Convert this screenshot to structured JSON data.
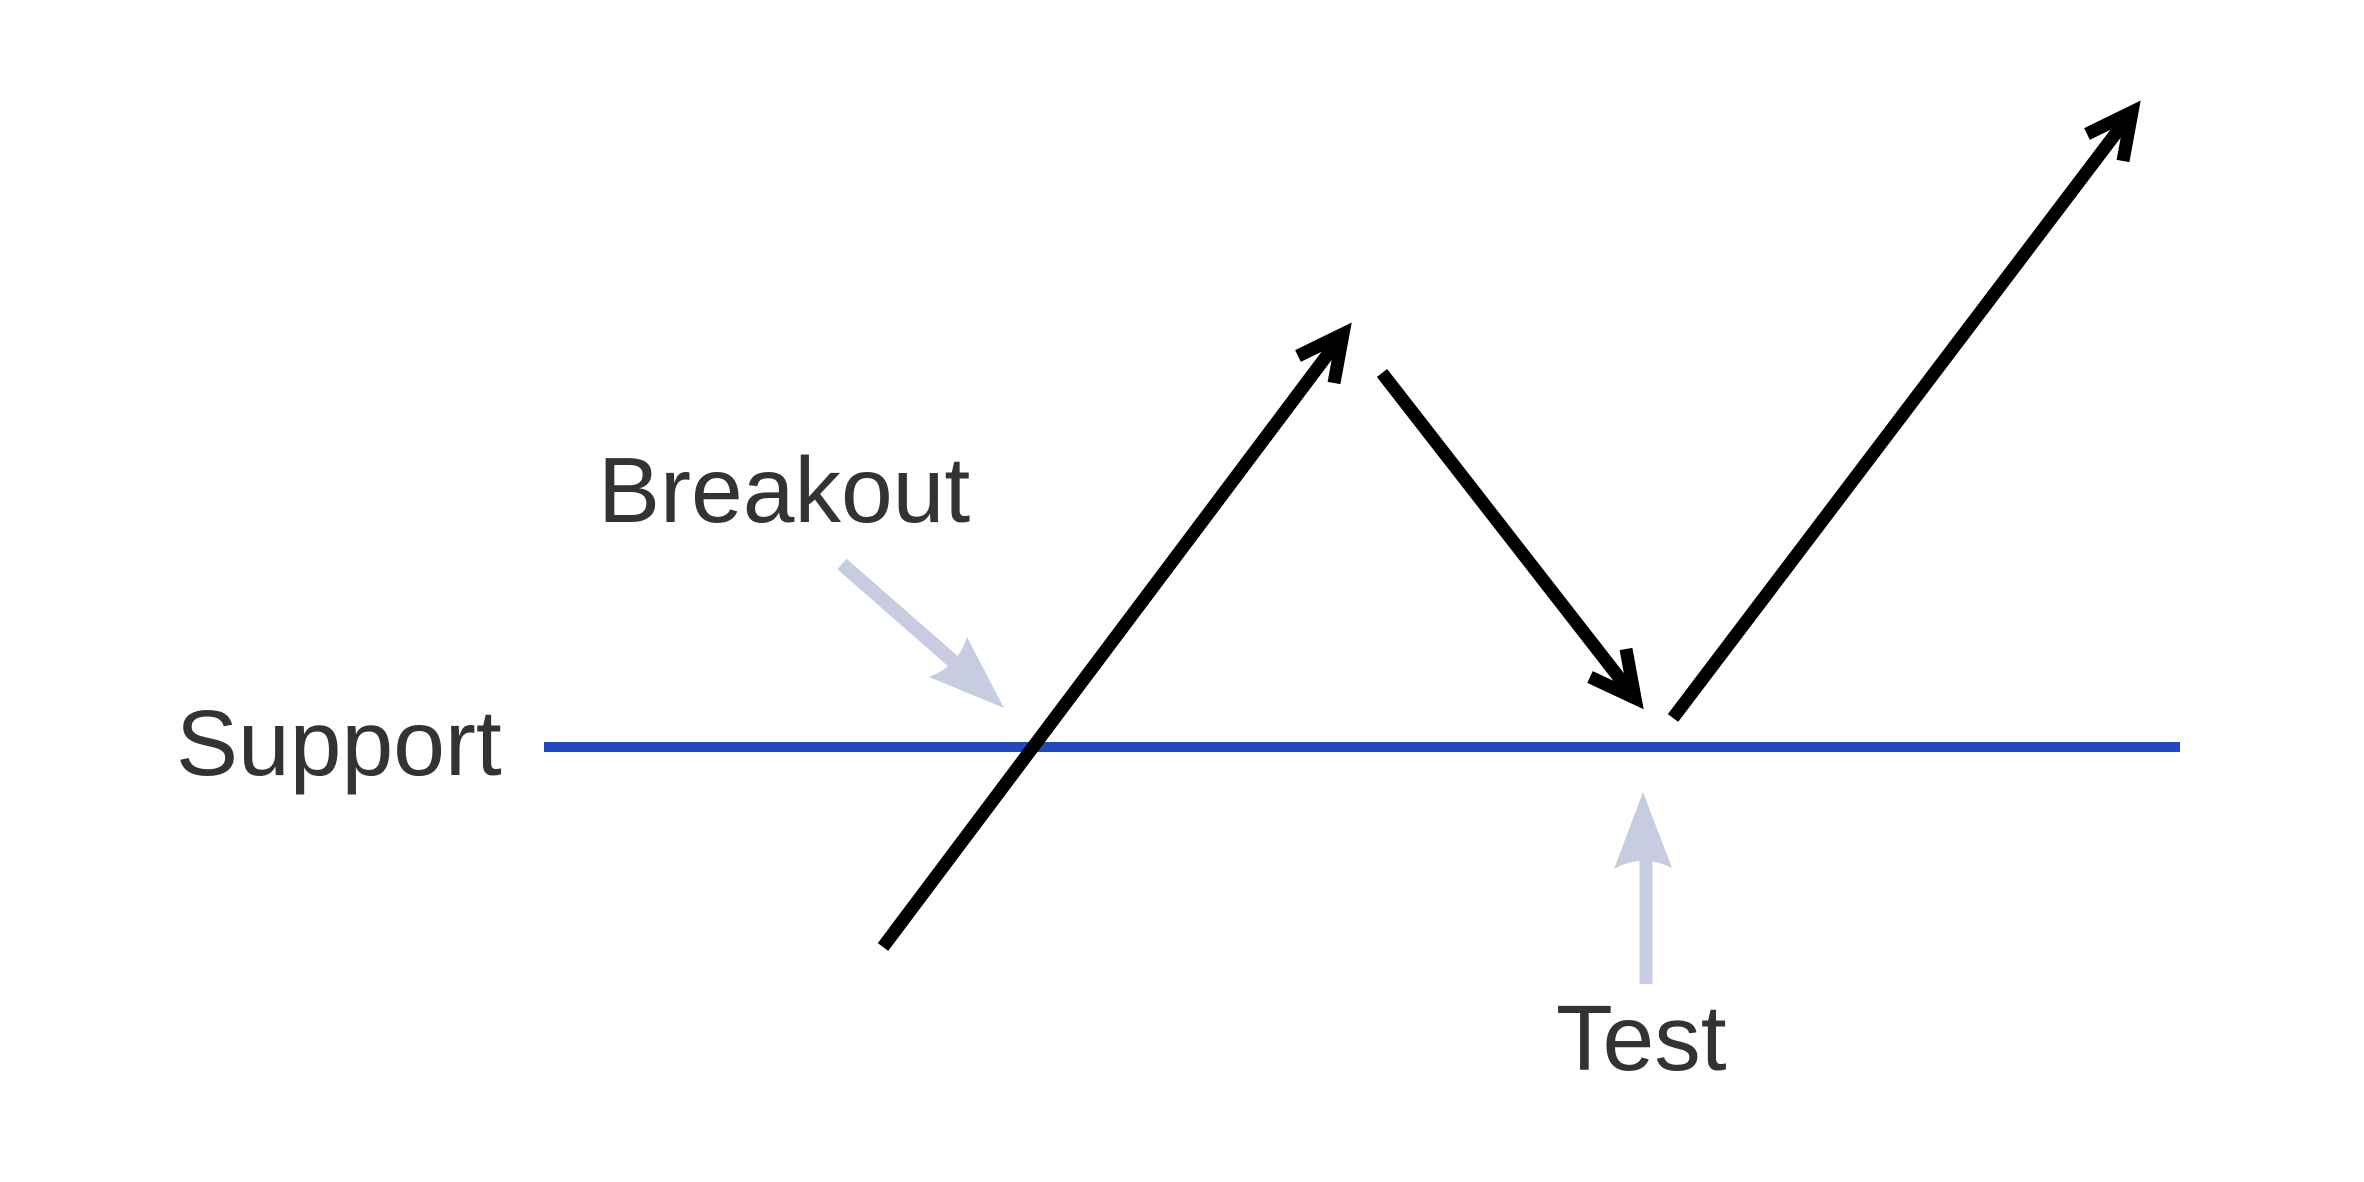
{
  "diagram": {
    "labels": {
      "support": "Support",
      "breakout": "Breakout",
      "test": "Test"
    },
    "colors": {
      "background": "#ffffff",
      "support_line": "#2049c0",
      "price_arrow": "#000000",
      "annotation_arrow": "#c7cce1",
      "label_text": "#333333"
    }
  }
}
